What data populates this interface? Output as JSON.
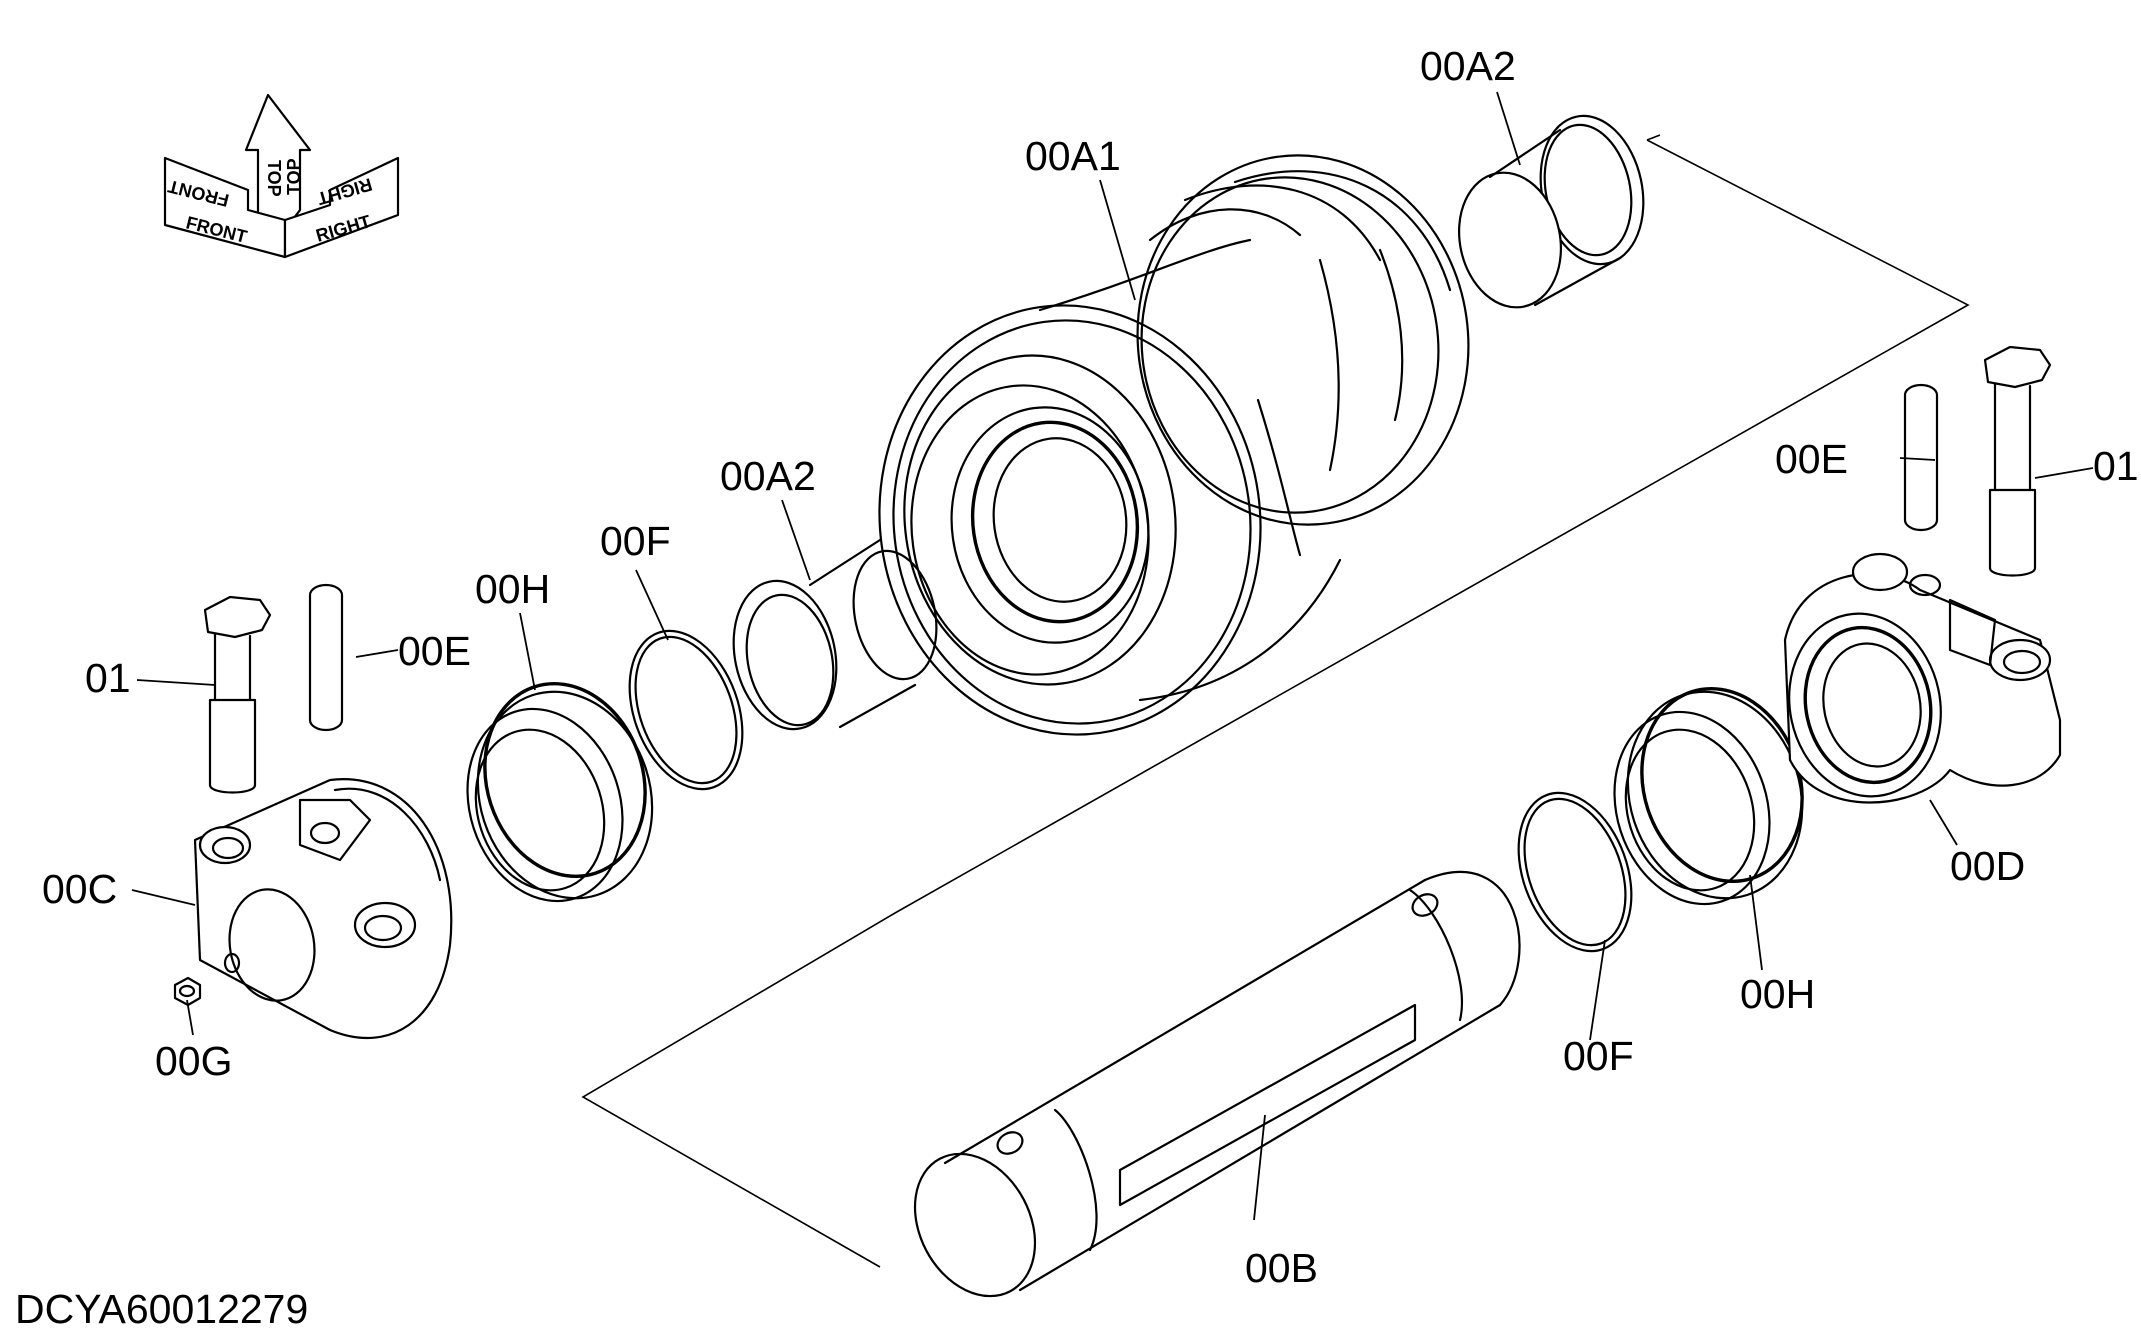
{
  "diagram": {
    "reference_code": "DCYA60012279",
    "orientation_labels": {
      "front": "FRONT",
      "top": "TOP",
      "right": "RIGHT"
    },
    "callouts": {
      "roller_shell": "00A1",
      "bushing_upper": "00A2",
      "bushing_left": "00A2",
      "shaft": "00B",
      "collar_left": "00C",
      "collar_right": "00D",
      "pin_left": "00E",
      "pin_right": "00E",
      "oring_left": "00F",
      "oring_right": "00F",
      "plug": "00G",
      "seal_left": "00H",
      "seal_right": "00H",
      "bolt_left": "01",
      "bolt_right": "01"
    }
  }
}
